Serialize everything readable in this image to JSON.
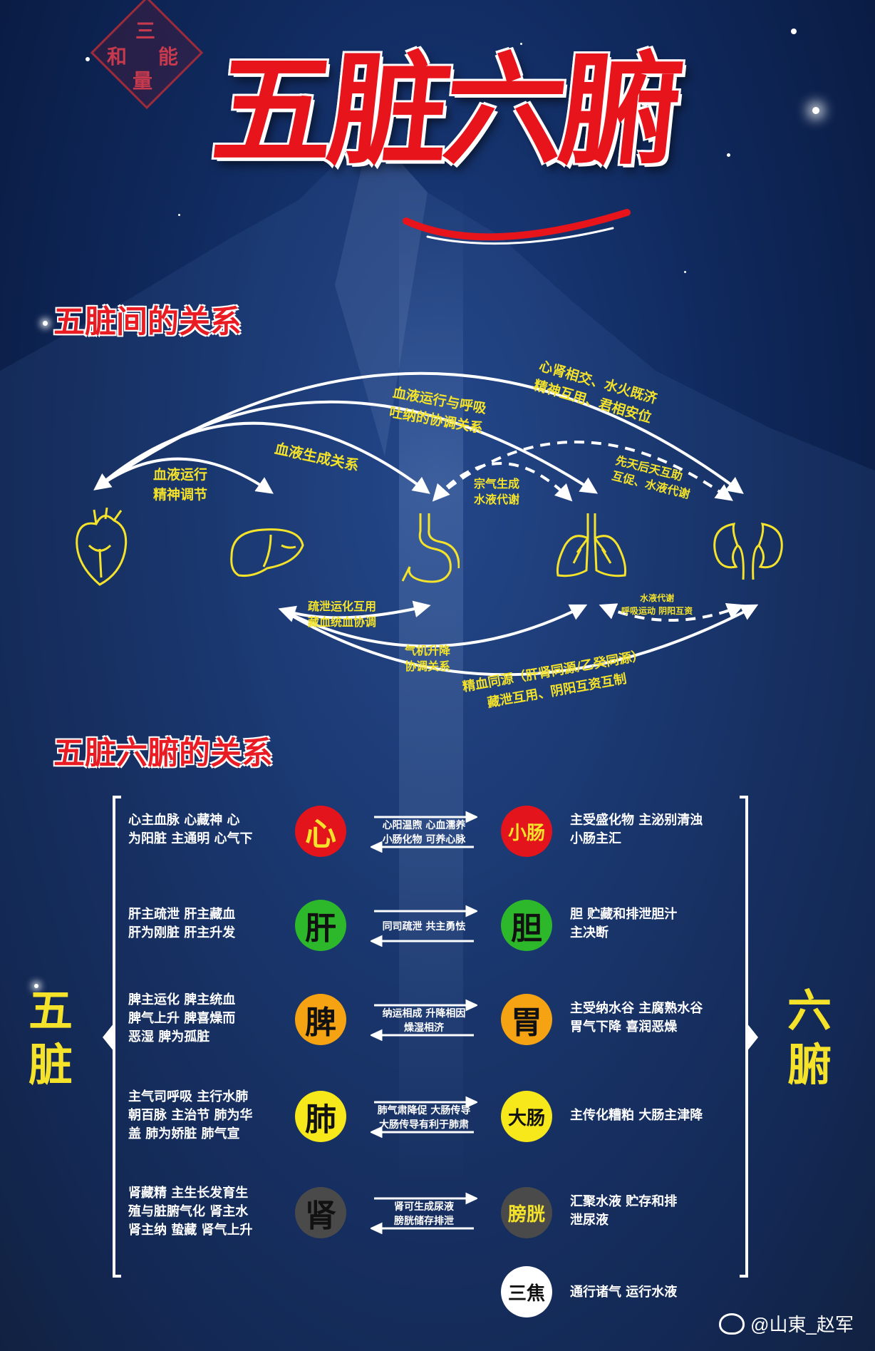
{
  "seal": {
    "chars": [
      "三",
      "和",
      "能",
      "量"
    ]
  },
  "title": "五脏六腑",
  "section1": {
    "title": "五脏间的关系"
  },
  "relations": {
    "heart_liver": [
      "血液运行",
      "精神调节"
    ],
    "liver_spleen": "血液生成关系",
    "heart_lung": [
      "血液运行与呼吸",
      "吐纳的协调关系"
    ],
    "heart_kidney": [
      "心肾相交、水火既济",
      "精神互用、君相安位"
    ],
    "spleen_lung": [
      "宗气生成",
      "水液代谢"
    ],
    "spleen_kidney": [
      "先天后天互助",
      "互促、水液代谢"
    ],
    "liver_spleen_low": [
      "疏泄运化互用",
      "藏血统血协调"
    ],
    "liver_lung": [
      "气机升降",
      "协调关系"
    ],
    "lung_kidney": [
      "水液代谢",
      "呼吸运动 阴阳互资"
    ],
    "liver_kidney": [
      "精血同源（肝肾同源/乙癸同源）",
      "藏泄互用、阴阳互资互制"
    ]
  },
  "section2": {
    "title": "五脏六腑的关系"
  },
  "side": {
    "left": [
      "五",
      "脏"
    ],
    "right": [
      "六",
      "腑"
    ]
  },
  "rows": [
    {
      "zang": "心",
      "zang_color": "#e3141b",
      "zang_text": "#f4e32a",
      "zang_desc": [
        "心主血脉 心藏神 心",
        "为阳脏 主通明 心气下"
      ],
      "mid": [
        "心阳温煦 心血濡养",
        "小肠化物 可养心脉"
      ],
      "fu": "小肠",
      "fu_color": "#e3141b",
      "fu_text": "#f4e32a",
      "fu_desc": [
        "主受盛化物 主泌别清浊",
        "小肠主汇"
      ]
    },
    {
      "zang": "肝",
      "zang_color": "#2db72a",
      "zang_text": "#111111",
      "zang_desc": [
        "肝主疏泄 肝主藏血",
        "肝为刚脏 肝主升发"
      ],
      "mid": [
        "同司疏泄 共主勇怯"
      ],
      "fu": "胆",
      "fu_color": "#2db72a",
      "fu_text": "#111111",
      "fu_desc": [
        "胆 贮藏和排泄胆汁",
        "主决断"
      ]
    },
    {
      "zang": "脾",
      "zang_color": "#f5a312",
      "zang_text": "#111111",
      "zang_desc": [
        "脾主运化 脾主统血",
        "脾气上升 脾喜燥而",
        "恶湿 脾为孤脏"
      ],
      "mid": [
        "纳运相成 升降相因",
        "燥湿相济"
      ],
      "fu": "胃",
      "fu_color": "#f5a312",
      "fu_text": "#111111",
      "fu_desc": [
        "主受纳水谷 主腐熟水谷",
        "胃气下降 喜润恶燥"
      ]
    },
    {
      "zang": "肺",
      "zang_color": "#f6e81a",
      "zang_text": "#111111",
      "zang_desc": [
        "主气司呼吸 主行水肺",
        "朝百脉 主治节 肺为华",
        "盖  肺为娇脏  肺气宣"
      ],
      "mid": [
        "肺气肃降促 大肠传导",
        "大肠传导有利于肺肃"
      ],
      "fu": "大肠",
      "fu_color": "#f6e81a",
      "fu_text": "#111111",
      "fu_desc": [
        "主传化糟粕 大肠主津降"
      ]
    },
    {
      "zang": "肾",
      "zang_color": "#4a4a4a",
      "zang_text": "#111111",
      "zang_desc": [
        "肾藏精 主生长发育生",
        "殖与脏腑气化 肾主水",
        "肾主纳 蛰藏 肾气上升"
      ],
      "mid": [
        "肾可生成尿液",
        "膀胱储存排泄"
      ],
      "fu": "膀胱",
      "fu_color": "#4a4a4a",
      "fu_text": "#f4e32a",
      "fu_desc": [
        "汇聚水液 贮存和排",
        "泄尿液"
      ]
    }
  ],
  "sanjiao": {
    "label": "三焦",
    "color": "#ffffff",
    "desc": "通行诸气 运行水液"
  },
  "watermark": "@山東_赵军"
}
